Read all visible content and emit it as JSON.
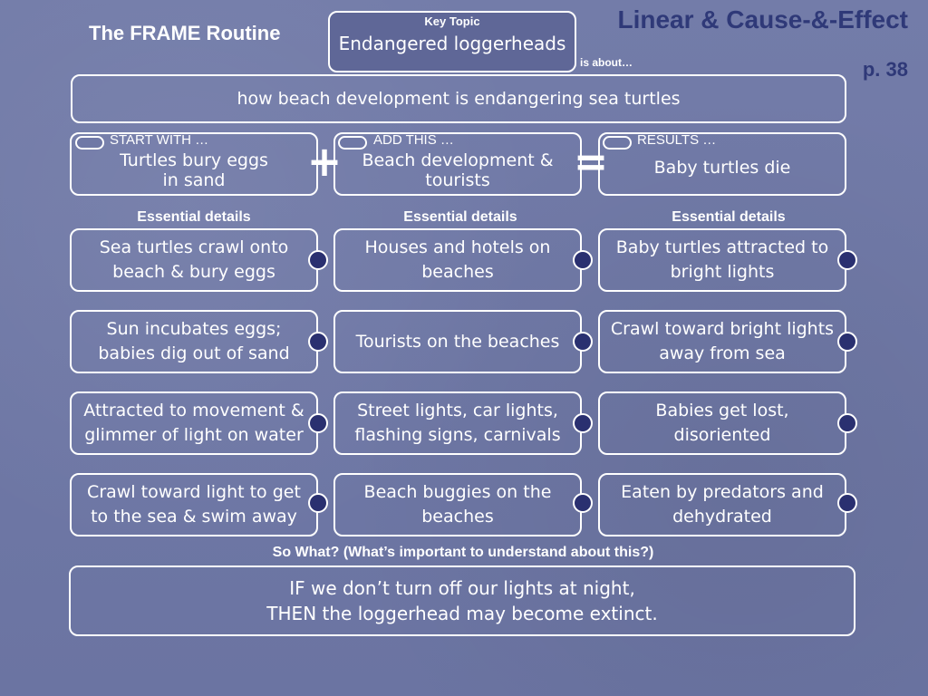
{
  "header": {
    "routine_title": "The FRAME Routine",
    "key_topic_label": "Key Topic",
    "key_topic_value": "Endangered loggerheads",
    "frame_type": "Linear & Cause-&-Effect",
    "page_ref": "p. 38"
  },
  "about": {
    "label": "is about…",
    "text": "how beach development is endangering sea turtles"
  },
  "main_ideas": [
    {
      "label": "START WITH …",
      "text": "Turtles bury eggs\nin sand"
    },
    {
      "label": "ADD THIS …",
      "text": "Beach development &\ntourists"
    },
    {
      "label": "RESULTS …",
      "text": "Baby turtles die"
    }
  ],
  "operators": {
    "plus": "+",
    "equals": "="
  },
  "details_heading": "Essential details",
  "columns": [
    {
      "details": [
        "Sea turtles crawl onto\nbeach & bury eggs",
        "Sun incubates eggs;\nbabies dig out of sand",
        "Attracted to movement &\nglimmer of light on water",
        "Crawl toward light to get\nto the sea & swim away"
      ]
    },
    {
      "details": [
        "Houses and hotels on\nbeaches",
        "Tourists on the beaches",
        "Street lights, car lights,\nflashing signs, carnivals",
        "Beach buggies on the\nbeaches"
      ]
    },
    {
      "details": [
        "Baby turtles attracted to\nbright lights",
        "Crawl toward bright lights\naway from sea",
        "Babies get lost,\ndisoriented",
        "Eaten by predators and\ndehydrated"
      ]
    }
  ],
  "so_what": {
    "question": "So What? (What’s important to understand about this?)",
    "answer": "IF we don’t turn off our lights at night,\nTHEN the loggerhead may become extinct."
  }
}
